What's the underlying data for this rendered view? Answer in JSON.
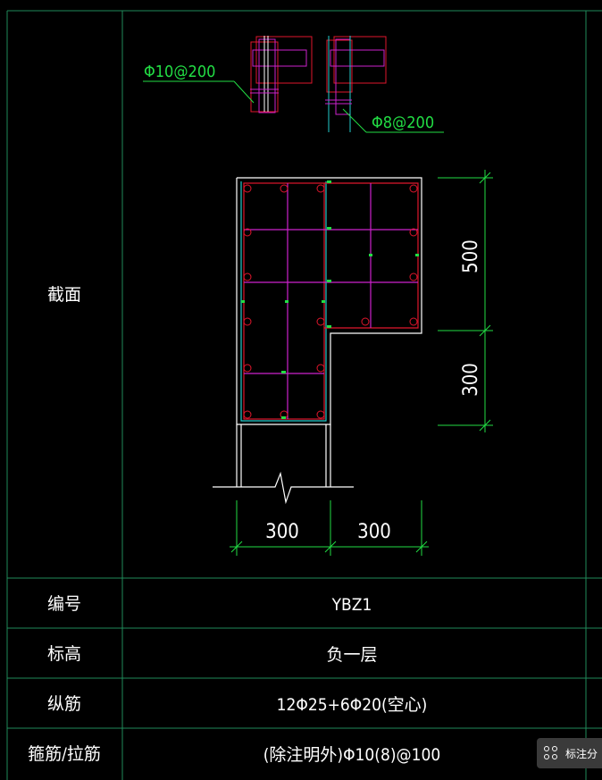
{
  "section": {
    "row_label": "截面",
    "callouts": {
      "stirrup_outer": "Φ10@200",
      "stirrup_inner": "Φ8@200"
    },
    "dims": {
      "height_top": "500",
      "height_bottom": "300",
      "width_left": "300",
      "width_right": "300"
    }
  },
  "table": {
    "rows": [
      {
        "label": "编号",
        "value": "YBZ1"
      },
      {
        "label": "标高",
        "value": "负一层"
      },
      {
        "label": "纵筋",
        "value": "12Φ25+6Φ20(空心)"
      },
      {
        "label": "箍筋/拉筋",
        "value": "(除注明外)Φ10(8)@100"
      }
    ]
  },
  "badge": {
    "icon": "grid-icon",
    "label": "标注分"
  },
  "colors": {
    "grid": "#1f8a5a",
    "outline": "#ffffff",
    "red": "#e0162c",
    "magenta": "#cc22cc",
    "cyan": "#22cccc",
    "green": "#22dd44"
  }
}
